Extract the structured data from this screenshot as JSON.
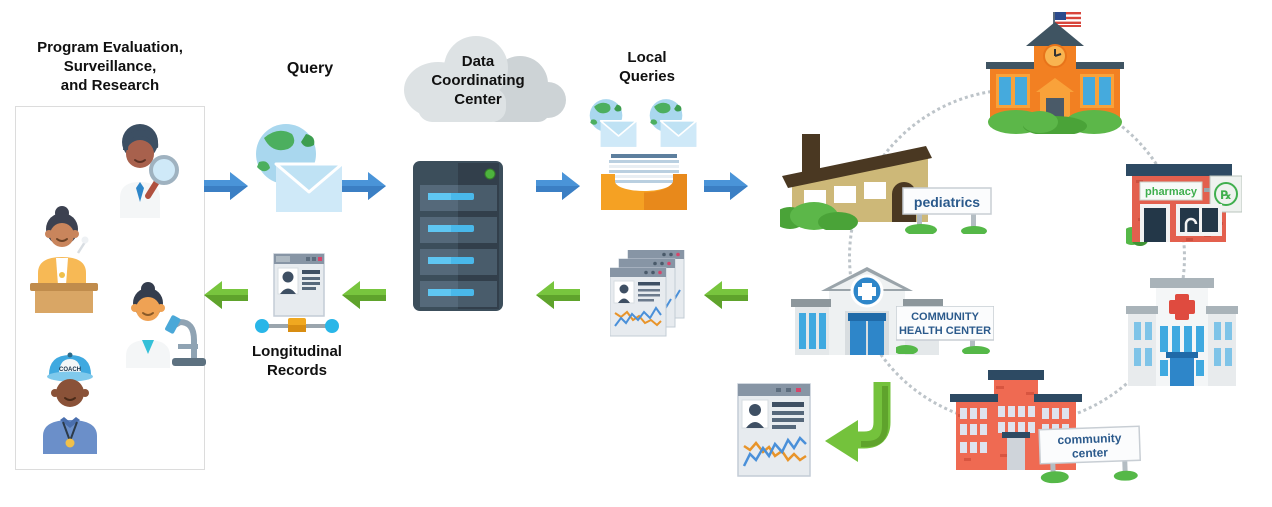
{
  "left_panel": {
    "title_lines": [
      "Program Evaluation,",
      "Surveillance,",
      "and Research"
    ],
    "coach_cap_text": "COACH"
  },
  "flow": {
    "query_label": "Query",
    "data_coordinating_center_lines": [
      "Data",
      "Coordinating",
      "Center"
    ],
    "local_queries_lines": [
      "Local",
      "Queries"
    ],
    "longitudinal_records_lines": [
      "Longitudinal",
      "Records"
    ]
  },
  "network": {
    "signs": {
      "pediatrics": "pediatrics",
      "pharmacy": "pharmacy",
      "rx": "℞",
      "community_health_center_lines": [
        "COMMUNITY",
        "HEALTH CENTER"
      ],
      "community_center_lines": [
        "community",
        "center"
      ]
    }
  },
  "icons": [
    "researcher-with-magnifier-icon",
    "speaker-at-podium-icon",
    "scientist-with-microscope-icon",
    "coach-icon",
    "globe-envelope-icon",
    "cloud-icon",
    "server-icon",
    "inbox-tray-icon",
    "patient-records-stack-icon",
    "longitudinal-record-icon",
    "patient-record-card-icon",
    "curved-arrow-icon",
    "school-building-icon",
    "pharmacy-building-icon",
    "hospital-building-icon",
    "community-center-building-icon",
    "community-health-center-building-icon",
    "pediatrics-building-icon"
  ],
  "colors": {
    "query_arrows": "#4a94d8",
    "record_arrows": "#74c23c",
    "sign_text": "#2b5a8c",
    "pharmacy_sign_text": "#3faf4e",
    "server_body": "#3c4e5b",
    "cloud": "#dde2e4"
  }
}
